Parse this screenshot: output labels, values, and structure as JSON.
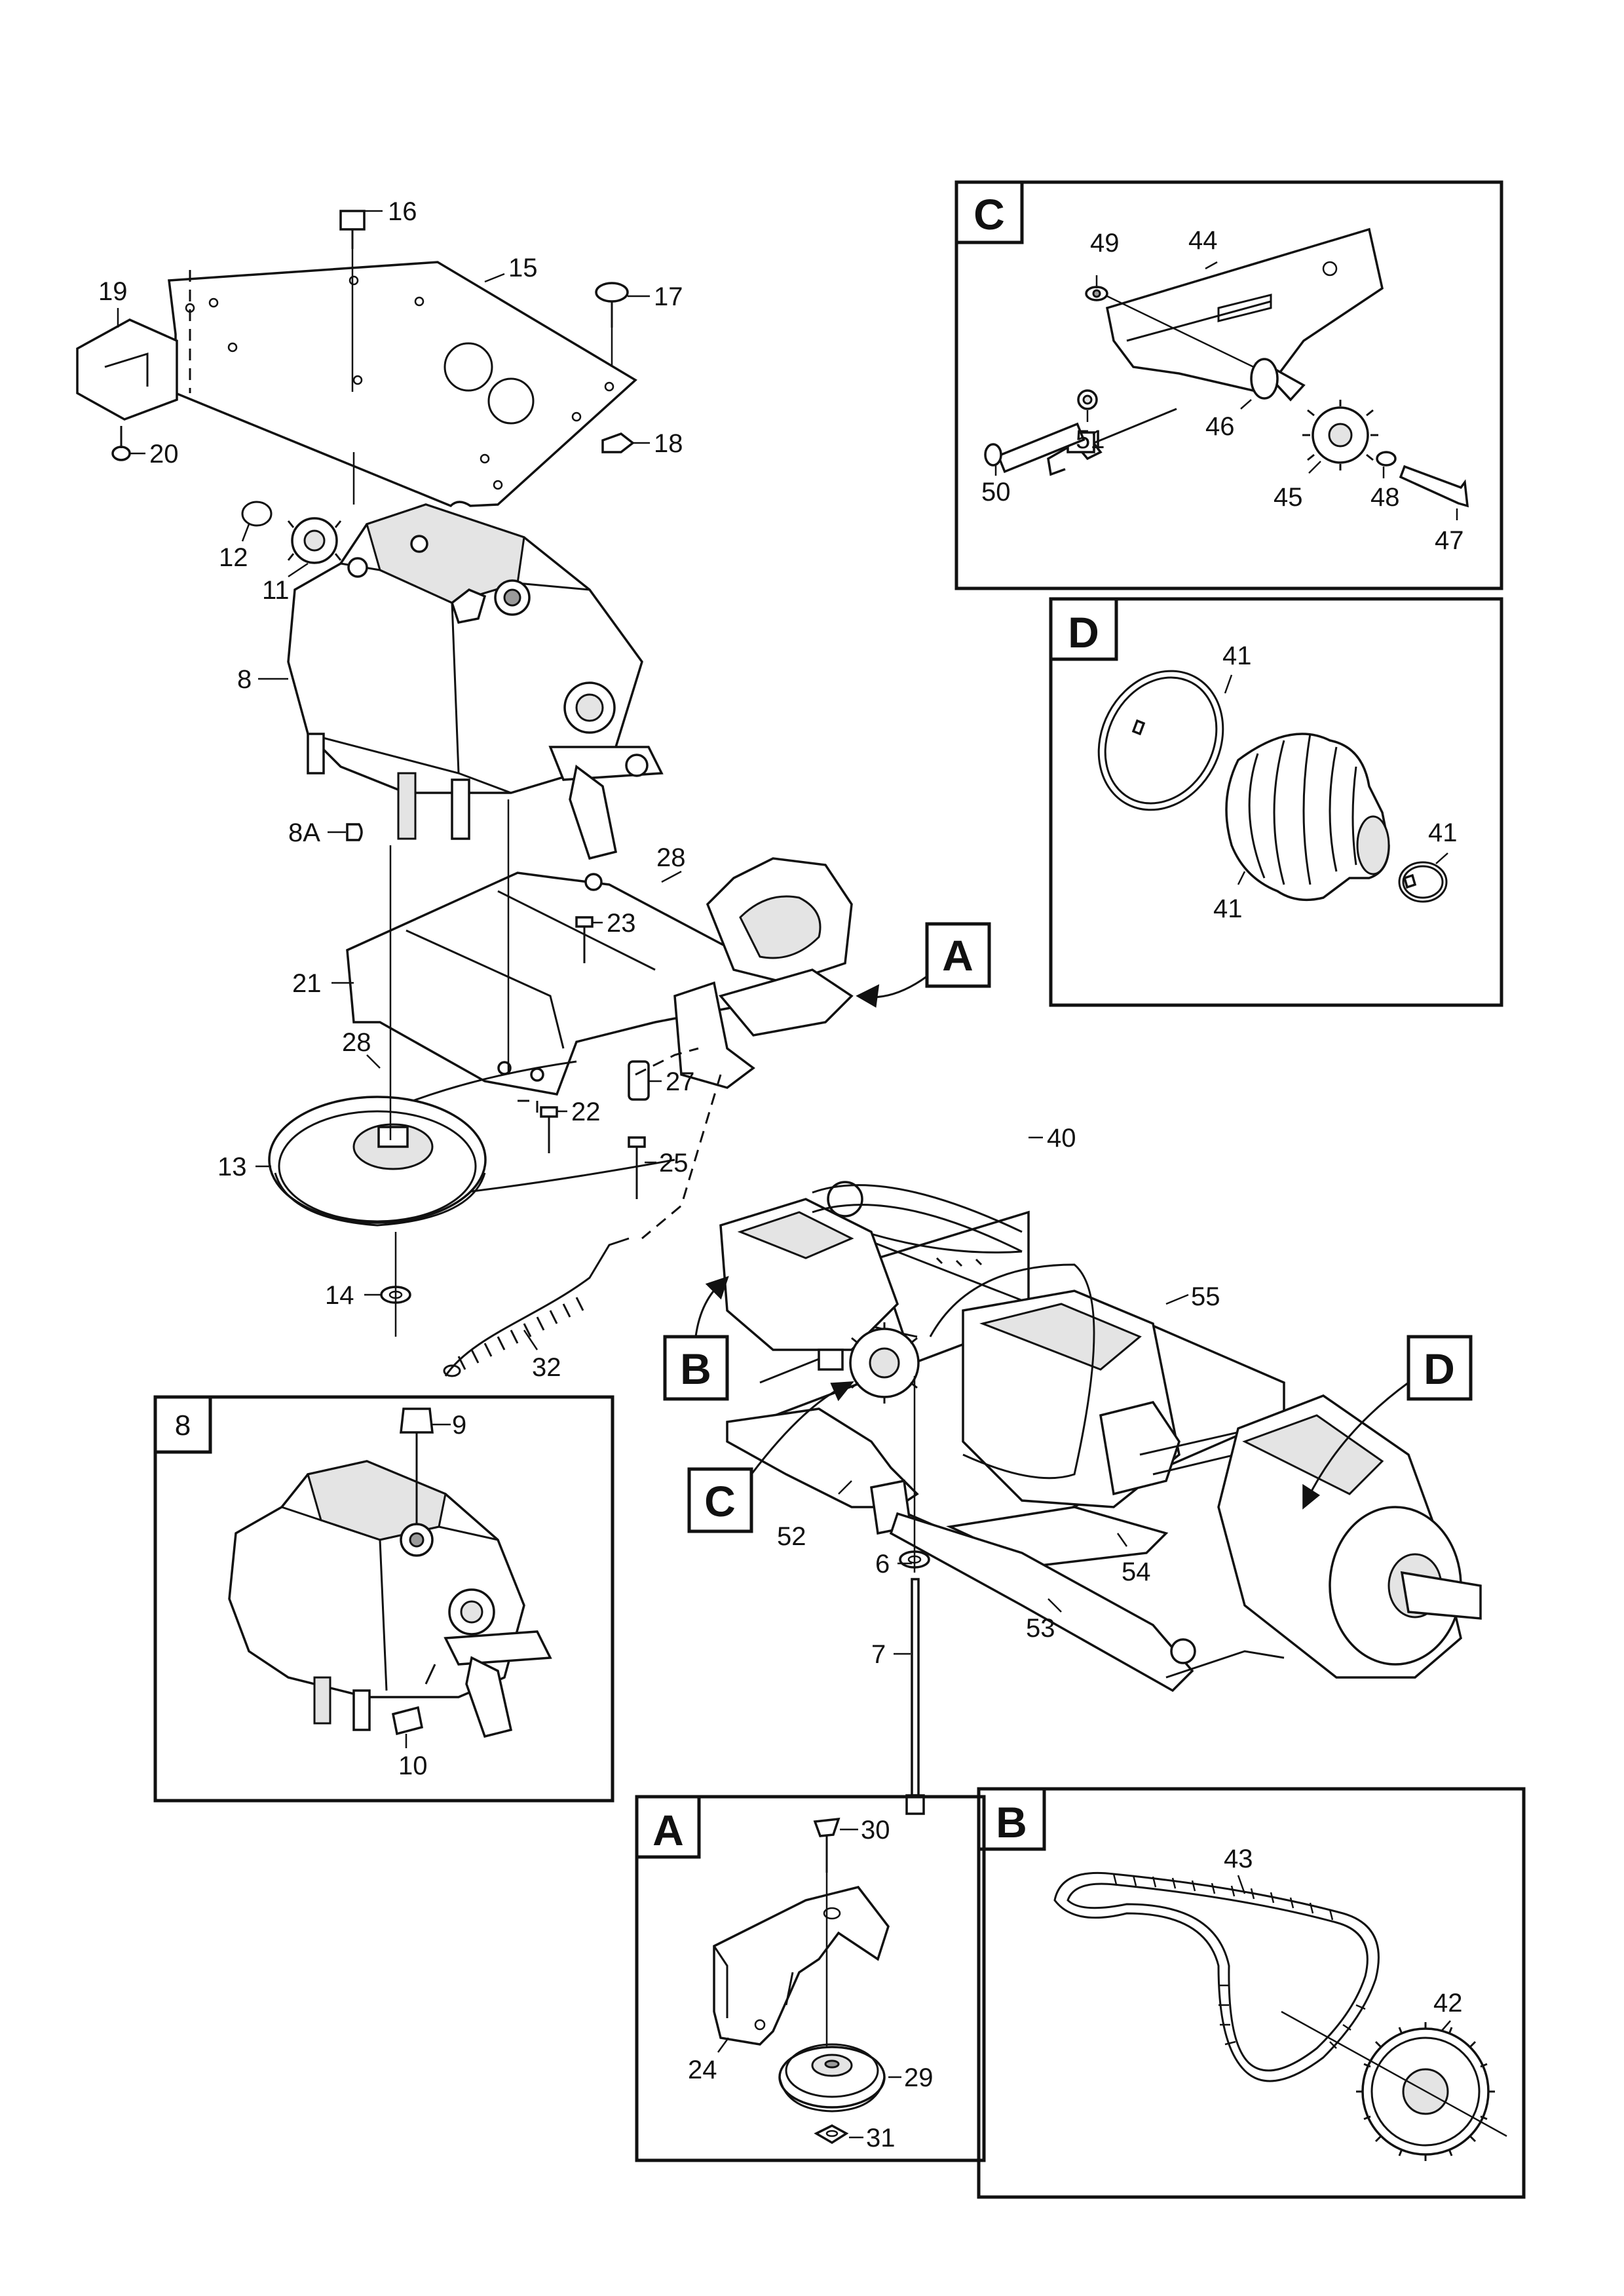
{
  "inset_boxes": {
    "A": {
      "letter": "A"
    },
    "B": {
      "letter": "B"
    },
    "C": {
      "letter": "C"
    },
    "D": {
      "letter": "D"
    },
    "gearbox": {
      "number": "8"
    }
  },
  "callouts": {
    "A": "A",
    "B": "B",
    "C": "C",
    "D": "D"
  },
  "labels": {
    "l16": "16",
    "l15": "15",
    "l17": "17",
    "l19": "19",
    "l20": "20",
    "l18": "18",
    "l12": "12",
    "l11": "11",
    "l8": "8",
    "l8A": "8A",
    "l28a": "28",
    "l23": "23",
    "l21": "21",
    "l28b": "28",
    "l22": "22",
    "l27": "27",
    "l25": "25",
    "l13": "13",
    "l14": "14",
    "l32": "32",
    "l40": "40",
    "l55": "55",
    "l52": "52",
    "l6": "6",
    "l54": "54",
    "l53": "53",
    "l7": "7",
    "l9": "9",
    "l10": "10",
    "l49": "49",
    "l44": "44",
    "l46": "46",
    "l51": "51",
    "l50": "50",
    "l45": "45",
    "l48": "48",
    "l47": "47",
    "d41a": "41",
    "d41b": "41",
    "d41c": "41",
    "a30": "30",
    "a24": "24",
    "a29": "29",
    "a31": "31",
    "b43": "43",
    "b42": "42"
  }
}
